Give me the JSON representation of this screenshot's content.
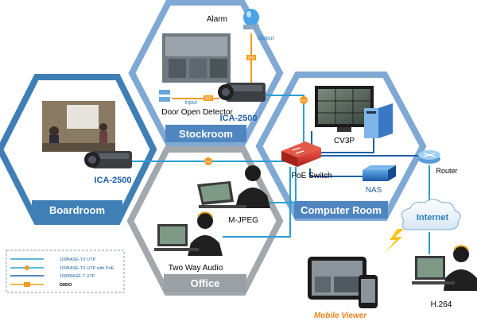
{
  "zones": {
    "stockroom": "Stockroom",
    "boardroom": "Boardroom",
    "office": "Office",
    "computer_room": "Computer Room"
  },
  "devices": {
    "alarm": "Alarm",
    "output": "Output",
    "input": "Input",
    "door_detector": "Door Open Detector",
    "camera_stockroom": "ICA-2500",
    "camera_boardroom": "ICA-2500",
    "monitor": "CV3P",
    "poe_switch": "PoE Switch",
    "nas": "NAS",
    "router": "Router",
    "internet": "Internet",
    "mjpeg": "M-JPEG",
    "two_way_audio": "Two Way Audio",
    "h264": "H.264",
    "mobile_viewer": "Mobile Viewer"
  },
  "badges": {
    "poe": "PoE",
    "dio": "DIO"
  },
  "legend": {
    "items": [
      {
        "label": "100BASE-TX UTP",
        "style": "utp"
      },
      {
        "label": "100BASE-TX UTP with PoE",
        "style": "poe"
      },
      {
        "label": "1000BASE-T UTP",
        "style": "gig"
      },
      {
        "label": "DI/DO",
        "style": "dido"
      }
    ]
  },
  "colors": {
    "hex_blue": "#3f7fb6",
    "hex_light": "#7fa9d4",
    "hex_grey": "#9aa0a6",
    "line_utp": "#2a9fd6",
    "line_gig": "#1f5fa8",
    "poe_orange": "#f39a1e",
    "mobile_text": "#f0821e"
  }
}
